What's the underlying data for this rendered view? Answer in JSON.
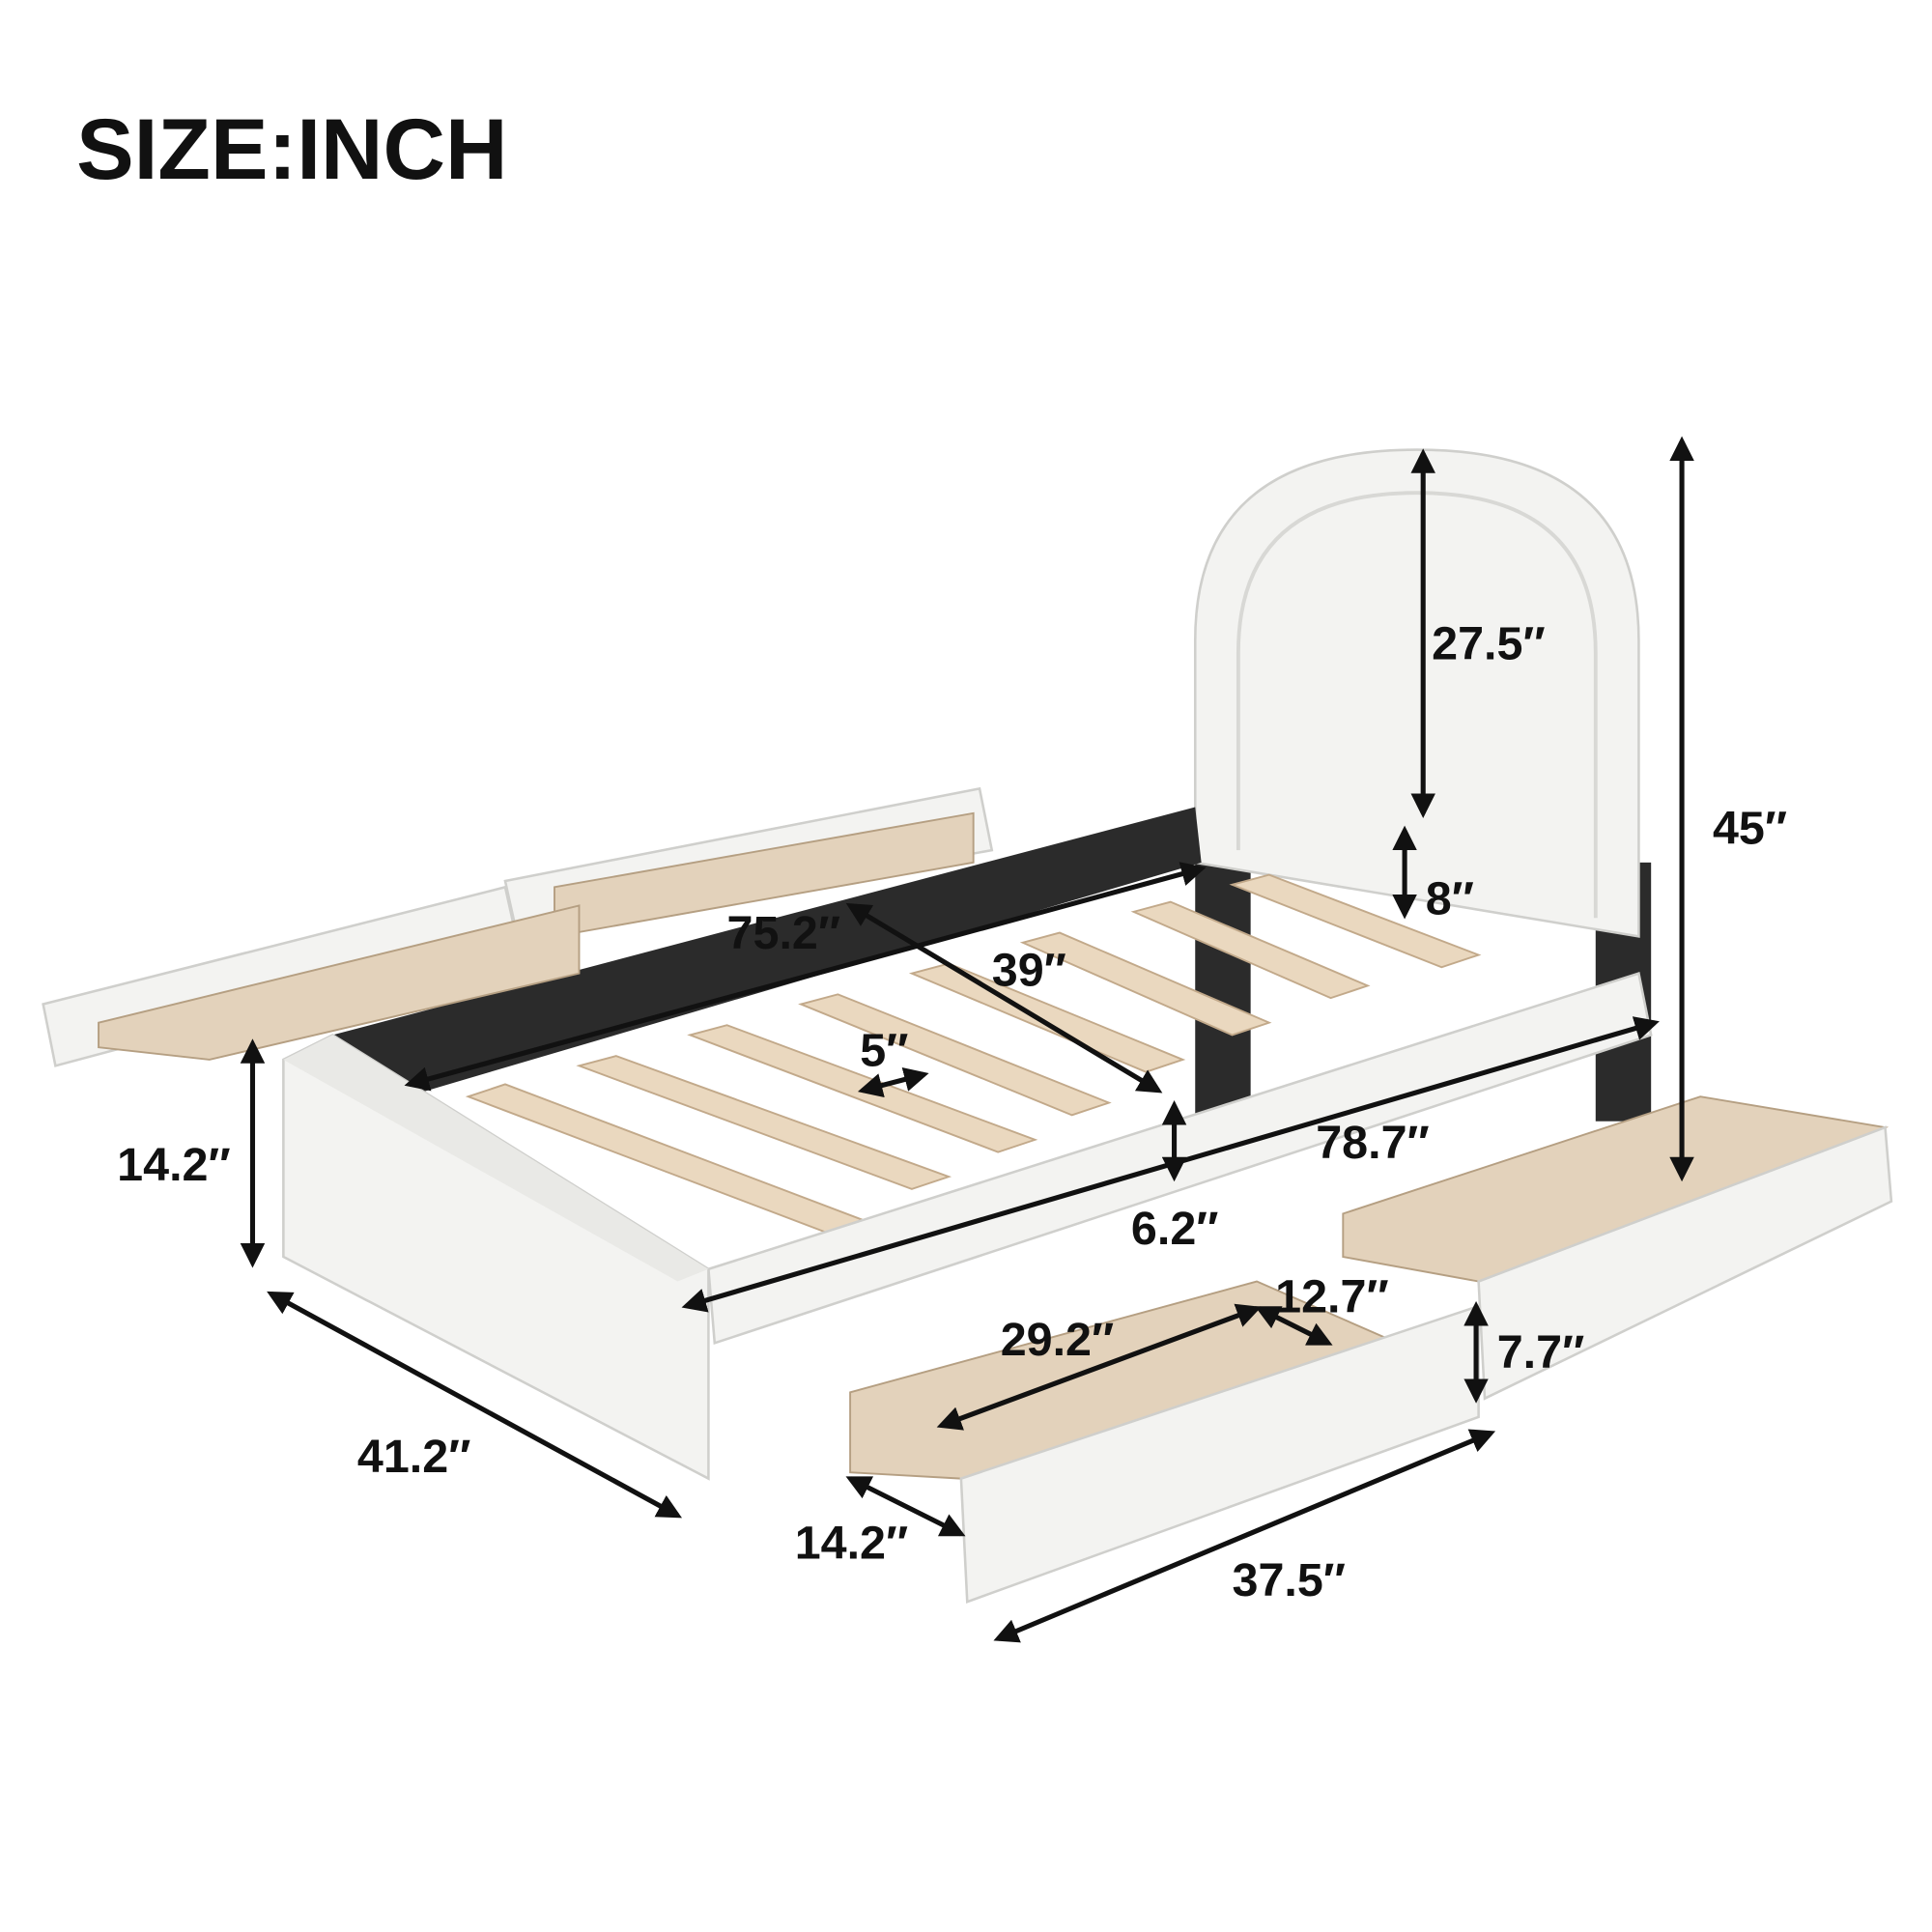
{
  "title": "SIZE:INCH",
  "dimensions": {
    "headboard_height": "27.5″",
    "total_height": "45″",
    "leg_clearance": "8″",
    "inner_length": "75.2″",
    "inner_width": "39″",
    "slat_gap": "5″",
    "total_length": "78.7″",
    "side_height": "14.2″",
    "rail_height": "6.2″",
    "drawer_inner_depth": "12.7″",
    "drawer_inner_width": "29.2″",
    "drawer_height": "7.7″",
    "total_width": "41.2″",
    "drawer_depth": "14.2″",
    "drawer_width": "37.5″"
  }
}
